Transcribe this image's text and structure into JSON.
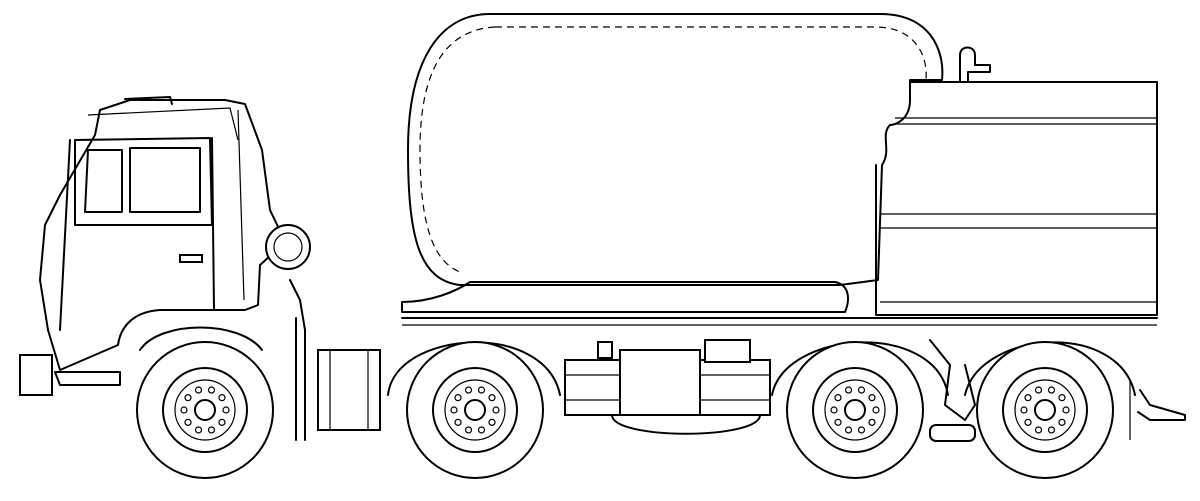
{
  "drawing": {
    "subject": "",
    "stroke_color": "#000000",
    "background": "#ffffff",
    "axle_count": 4
  },
  "wheels": [
    {
      "id": "wheel-front"
    },
    {
      "id": "wheel-second"
    },
    {
      "id": "wheel-third"
    },
    {
      "id": "wheel-rear"
    }
  ]
}
